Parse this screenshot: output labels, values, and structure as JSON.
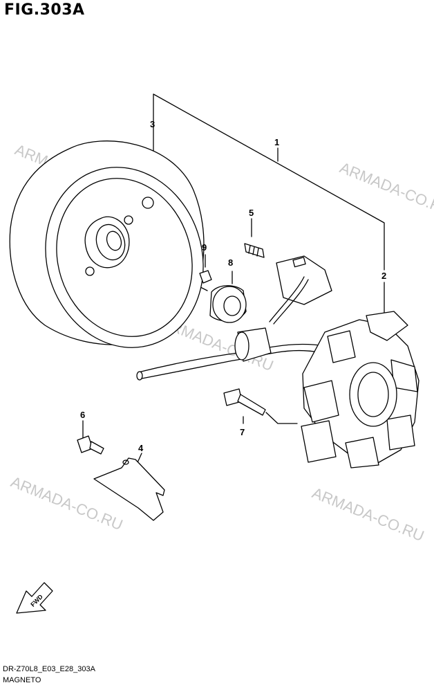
{
  "figure": {
    "title": "FIG.303A"
  },
  "watermark": "ARMADA-CO.RU",
  "callouts": [
    "1",
    "2",
    "3",
    "4",
    "5",
    "6",
    "7",
    "8",
    "9"
  ],
  "fwd_label": "FWD",
  "footer": {
    "code": "DR-Z70L8_E03_E28_303A",
    "name": "MAGNETO"
  }
}
